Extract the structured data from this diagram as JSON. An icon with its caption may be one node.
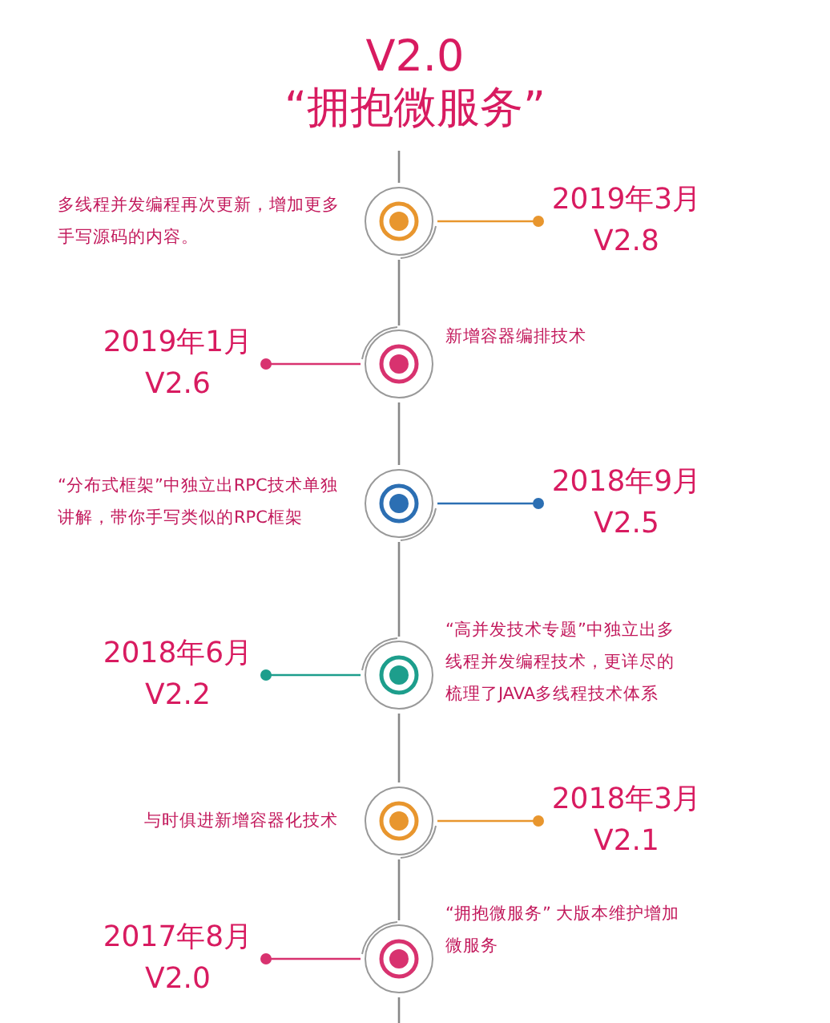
{
  "diagram": {
    "title": "V2.0 “拥抱微服务”",
    "nodes": [
      {
        "text": [],
        "shape": "circle",
        "beside": [
          "多线程并发编程再次更新，增加更多手写源码的内容。"
        ]
      },
      {
        "text": [
          "2019年3月",
          "V2.8"
        ]
      },
      {
        "text": [],
        "shape": "circle",
        "beside": [
          "新增容器编排技术"
        ]
      },
      {
        "text": [
          "2019年1月",
          "V2.6"
        ]
      },
      {
        "text": [],
        "shape": "circle",
        "beside": [
          "“分布式框架”中独立出RPC技术单独讲解，带你手写类似的RPC框架"
        ]
      },
      {
        "text": [
          "2018年9月",
          "V2.5"
        ]
      },
      {
        "text": [],
        "shape": "circle",
        "beside": [
          "“高并发技术专题”中独立出多线程并发编程技术，更详尽的梳理了JAVA多线程技术体系"
        ]
      },
      {
        "text": [
          "2018年6月",
          "V2.2"
        ]
      },
      {
        "text": [],
        "shape": "circle",
        "beside": [
          "与时俱进新增容器化技术"
        ]
      },
      {
        "text": [
          "2018年3月",
          "V2.1"
        ]
      },
      {
        "text": [],
        "shape": "circle",
        "beside": [
          "“拥抱微服务” 大版本维护增加微服务"
        ]
      },
      {
        "text": [
          "2017年8月",
          "V2.0"
        ]
      }
    ],
    "edges": [
      {
        "from": 0,
        "to": 1,
        "arrow": "other",
        "color": "#e8962e"
      },
      {
        "from": 2,
        "to": 3,
        "arrow": "other",
        "color": "#d8326f"
      },
      {
        "from": 4,
        "to": 5,
        "arrow": "other",
        "color": "#2c6fb3"
      },
      {
        "from": 6,
        "to": 7,
        "arrow": "other",
        "color": "#1d9e8c"
      },
      {
        "from": 8,
        "to": 9,
        "arrow": "other",
        "color": "#e8962e"
      },
      {
        "from": 10,
        "to": 11,
        "arrow": "other",
        "color": "#d8326f"
      },
      {
        "from": 0,
        "to": 2,
        "arrow": "none",
        "color": "#888888"
      },
      {
        "from": 2,
        "to": 4,
        "arrow": "none",
        "color": "#888888"
      },
      {
        "from": 4,
        "to": 6,
        "arrow": "none",
        "color": "#888888"
      },
      {
        "from": 6,
        "to": 8,
        "arrow": "none",
        "color": "#888888"
      },
      {
        "from": 8,
        "to": 10,
        "arrow": "none",
        "color": "#888888"
      }
    ]
  }
}
